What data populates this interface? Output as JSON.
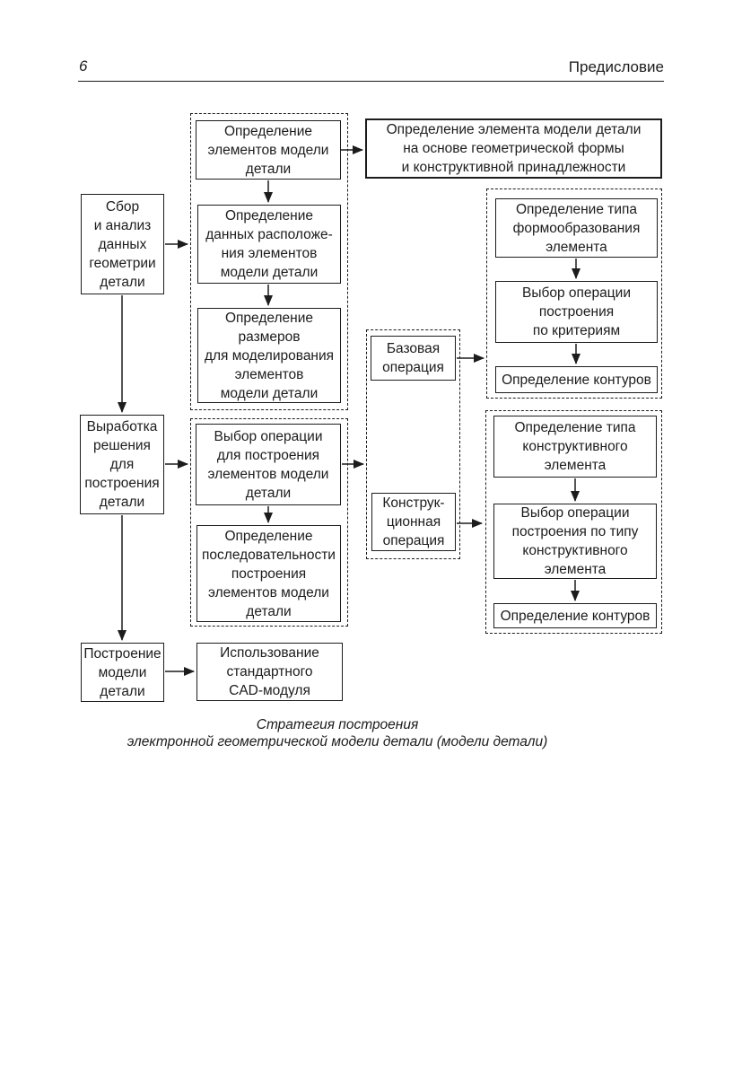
{
  "page": {
    "number": "6",
    "header_title": "Предисловие"
  },
  "flowchart": {
    "stages": {
      "collect": "Сбор\nи анализ\nданных\nгеометрии\nдетали",
      "decision": "Выработка\nрешения\nдля\nпостроения\nдетали",
      "build": "Построение\nмодели\nдетали"
    },
    "define_group": {
      "elements": "Определение\nэлементов модели\nдетали",
      "layout": "Определение\nданных расположе-\nния элементов\nмодели детали",
      "dimensions": "Определение\nразмеров\nдля моделирования\nэлементов\nмодели детали"
    },
    "element_note": "Определение элемента модели детали\nна основе геометрической формы\nи конструктивной принадлежности",
    "operation_group": {
      "choose_operation": "Выбор операции\nдля построения\nэлементов модели\nдетали",
      "sequence": "Определение\nпоследовательности\nпостроения\nэлементов модели\nдетали"
    },
    "cad_module": "Использование\nстандартного\nCAD-модуля",
    "operation_types": {
      "base": "Базовая\nоперация",
      "constructional": "Конструк-\nционная\nоперация"
    },
    "base_branch": {
      "form_type": "Определение типа\nформообразования\nэлемента",
      "choose_by_criteria": "Выбор операции\nпостроения\nпо критериям",
      "contours": "Определение контуров"
    },
    "constructional_branch": {
      "element_type": "Определение типа\nконструктивного\nэлемента",
      "choose_by_type": "Выбор операции\nпостроения по типу\nконструктивного\nэлемента",
      "contours": "Определение контуров"
    }
  },
  "caption": {
    "text": "Стратегия построения\nэлектронной геометрической модели детали (модели детали)"
  },
  "colors": {
    "text": "#1c1c1c",
    "line": "#1c1c1c",
    "background": "#ffffff"
  }
}
